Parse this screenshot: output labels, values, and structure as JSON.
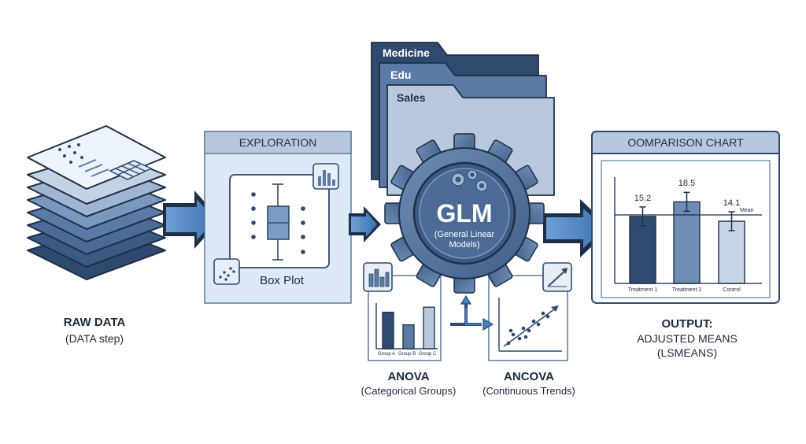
{
  "raw_data": {
    "title": "RAW DATA",
    "subtitle": "(DATA step)"
  },
  "exploration": {
    "title": "EXPLORATION",
    "box_plot_label": "Box Plot"
  },
  "folders": [
    "Medicine",
    "Edu",
    "Sales"
  ],
  "glm": {
    "title": "GLM",
    "subtitle_line1": "(General Linear",
    "subtitle_line2": "Models)"
  },
  "anova": {
    "title": "ANOVA",
    "subtitle": "(Categorical Groups)",
    "groups": [
      "Group A",
      "Group B",
      "Group C"
    ],
    "bar_values": [
      0.58,
      0.38,
      0.66
    ]
  },
  "ancova": {
    "title": "ANCOVA",
    "subtitle": "(Continuous Trends)"
  },
  "comparison": {
    "title": "OOMPARISON CHART",
    "mean_label": "Mean",
    "categories": [
      "Treatment 1",
      "Treatment 2",
      "Control"
    ],
    "values": [
      15.2,
      18.5,
      14.1
    ],
    "value_labels": [
      "15.2",
      "18.5",
      "14.1"
    ]
  },
  "output": {
    "line1": "OUTPUT:",
    "line2": "ADJUSTED MEANS",
    "line3": "(LSMEANS)"
  },
  "colors": {
    "navy": "#2f4a6e",
    "mid": "#5b7ba3",
    "light": "#a9c1dc",
    "panel": "#dde9f7",
    "arrow": "#4a7fbd"
  }
}
